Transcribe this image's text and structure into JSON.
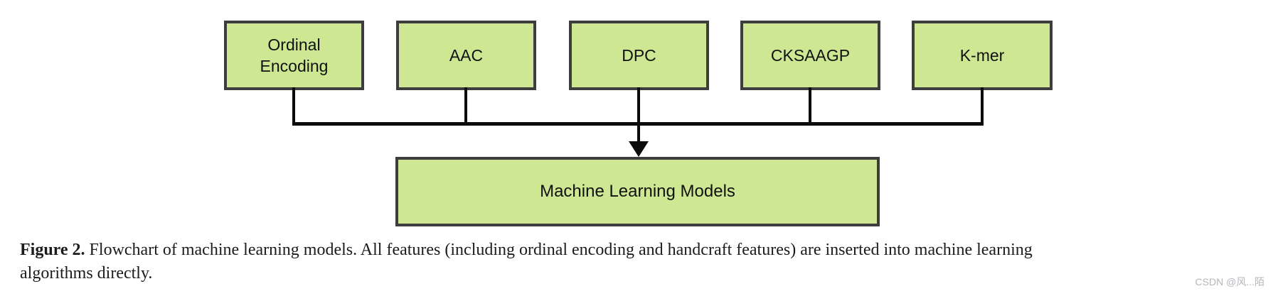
{
  "diagram": {
    "top_boxes": [
      {
        "label": "Ordinal Encoding"
      },
      {
        "label": "AAC"
      },
      {
        "label": "DPC"
      },
      {
        "label": "CKSAAGP"
      },
      {
        "label": "K-mer"
      }
    ],
    "bottom_box": {
      "label": "Machine Learning Models"
    },
    "colors": {
      "box_fill": "#cde792",
      "box_border": "#3d3d3d",
      "line": "#0b0b0b"
    }
  },
  "caption": {
    "label": "Figure 2.",
    "text": "Flowchart of machine learning models. All features (including ordinal encoding and handcraft features) are inserted into machine learning algorithms directly.",
    "line1": " Flowchart of machine learning models. All features (including ordinal encoding and handcraft features) are inserted into machine learning",
    "line2": "algorithms directly."
  },
  "watermark": {
    "text": "CSDN @风...陌"
  }
}
